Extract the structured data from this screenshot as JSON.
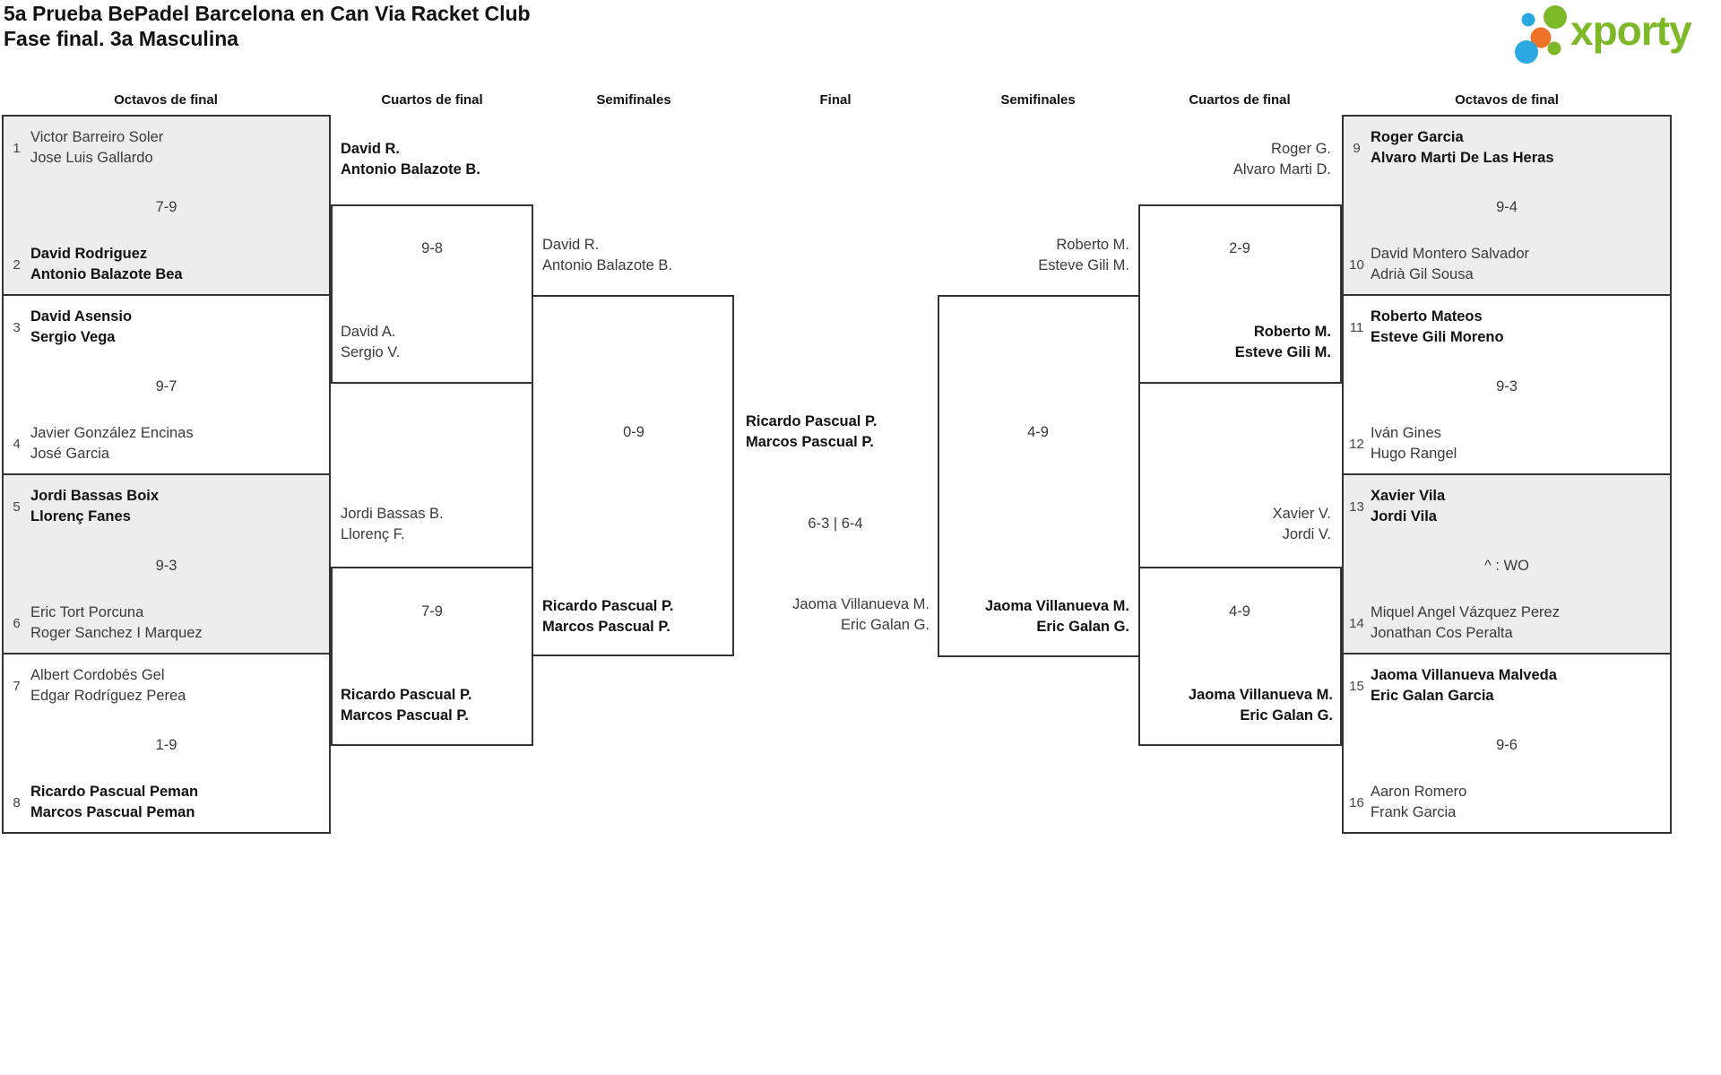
{
  "title": {
    "line1": "5a Prueba BePadel Barcelona en Can Via Racket Club",
    "line2": "Fase final. 3a Masculina"
  },
  "logo": {
    "text": "xporty",
    "green": "#7db829",
    "blue": "#2aa9e0",
    "orange": "#ee7326"
  },
  "round_headers": [
    "Octavos de final",
    "Cuartos de final",
    "Semifinales",
    "Final",
    "Semifinales",
    "Cuartos de final",
    "Octavos de final"
  ],
  "bracket": {
    "octavos_left": [
      {
        "seed_top": "1",
        "team_top": [
          "Victor Barreiro Soler",
          "Jose Luis Gallardo"
        ],
        "score": "7-9",
        "seed_bottom": "2",
        "team_bottom": [
          "David Rodriguez",
          "Antonio Balazote Bea"
        ],
        "winner": "bottom"
      },
      {
        "seed_top": "3",
        "team_top": [
          "David Asensio",
          "Sergio Vega"
        ],
        "score": "9-7",
        "seed_bottom": "4",
        "team_bottom": [
          "Javier González Encinas",
          "José Garcia"
        ],
        "winner": "top"
      },
      {
        "seed_top": "5",
        "team_top": [
          "Jordi Bassas Boix",
          "Llorenç Fanes"
        ],
        "score": "9-3",
        "seed_bottom": "6",
        "team_bottom": [
          "Eric Tort Porcuna",
          "Roger Sanchez I Marquez"
        ],
        "winner": "top"
      },
      {
        "seed_top": "7",
        "team_top": [
          "Albert Cordobés Gel",
          "Edgar Rodríguez Perea"
        ],
        "score": "1-9",
        "seed_bottom": "8",
        "team_bottom": [
          "Ricardo Pascual Peman",
          "Marcos Pascual Peman"
        ],
        "winner": "bottom"
      }
    ],
    "octavos_right": [
      {
        "seed_top": "9",
        "team_top": [
          "Roger Garcia",
          "Alvaro Marti De Las Heras"
        ],
        "score": "9-4",
        "seed_bottom": "10",
        "team_bottom": [
          "David Montero Salvador",
          "Adrià Gil Sousa"
        ],
        "winner": "top"
      },
      {
        "seed_top": "11",
        "team_top": [
          "Roberto Mateos",
          "Esteve Gili Moreno"
        ],
        "score": "9-3",
        "seed_bottom": "12",
        "team_bottom": [
          "Iván Gines",
          "Hugo Rangel"
        ],
        "winner": "top"
      },
      {
        "seed_top": "13",
        "team_top": [
          "Xavier Vila",
          "Jordi Vila"
        ],
        "score": "^ : WO",
        "seed_bottom": "14",
        "team_bottom": [
          "Miquel Angel Vázquez Perez",
          "Jonathan Cos Peralta"
        ],
        "winner": "top"
      },
      {
        "seed_top": "15",
        "team_top": [
          "Jaoma Villanueva Malveda",
          "Eric Galan Garcia"
        ],
        "score": "9-6",
        "seed_bottom": "16",
        "team_bottom": [
          "Aaron Romero",
          "Frank Garcia"
        ],
        "winner": "top"
      }
    ],
    "cuartos_left": [
      {
        "top": [
          "David R.",
          "Antonio Balazote B."
        ],
        "score": "9-8",
        "bottom": [
          "David A.",
          "Sergio V."
        ],
        "winner": "top"
      },
      {
        "top": [
          "Jordi Bassas B.",
          "Llorenç F."
        ],
        "score": "7-9",
        "bottom": [
          "Ricardo Pascual P.",
          "Marcos Pascual P."
        ],
        "winner": "bottom"
      }
    ],
    "semifinal_left": {
      "top": [
        "David R.",
        "Antonio Balazote B."
      ],
      "score": "0-9",
      "bottom": [
        "Ricardo Pascual P.",
        "Marcos Pascual P."
      ],
      "winner": "bottom"
    },
    "final": {
      "top": [
        "Ricardo Pascual P.",
        "Marcos Pascual P."
      ],
      "score": "6-3 | 6-4",
      "bottom": [
        "Jaoma Villanueva M.",
        "Eric Galan G."
      ],
      "winner": "top"
    },
    "semifinal_right": {
      "top": [
        "Roberto M.",
        "Esteve Gili M."
      ],
      "score": "4-9",
      "bottom": [
        "Jaoma Villanueva M.",
        "Eric Galan G."
      ],
      "winner": "bottom"
    },
    "cuartos_right": [
      {
        "top": [
          "Roger G.",
          "Alvaro Marti D."
        ],
        "score": "2-9",
        "bottom": [
          "Roberto M.",
          "Esteve Gili M."
        ],
        "winner": "bottom"
      },
      {
        "top": [
          "Xavier V.",
          "Jordi V."
        ],
        "score": "4-9",
        "bottom": [
          "Jaoma Villanueva M.",
          "Eric Galan G."
        ],
        "winner": "bottom"
      }
    ]
  }
}
